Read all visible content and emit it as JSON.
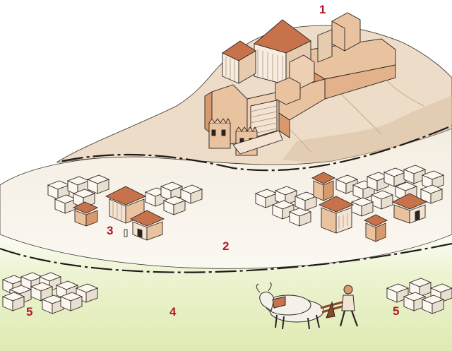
{
  "labels": {
    "acropolis": "1",
    "asty": "2",
    "agora": "3",
    "chora": "4",
    "village_left": "5",
    "village_right": "5"
  },
  "colors": {
    "label": "#b0182a",
    "hill": "#ecdcc8",
    "hill_shade": "#dcc3a4",
    "lower_city": "#f6f0e6",
    "fields": "#e4eebb",
    "wall": "#e9c2a0",
    "wall_dark": "#d89a6c",
    "roof": "#c8724c",
    "house_wall": "#fbf7ef",
    "ox": "#f4f1ea",
    "outline": "#2a2420"
  }
}
